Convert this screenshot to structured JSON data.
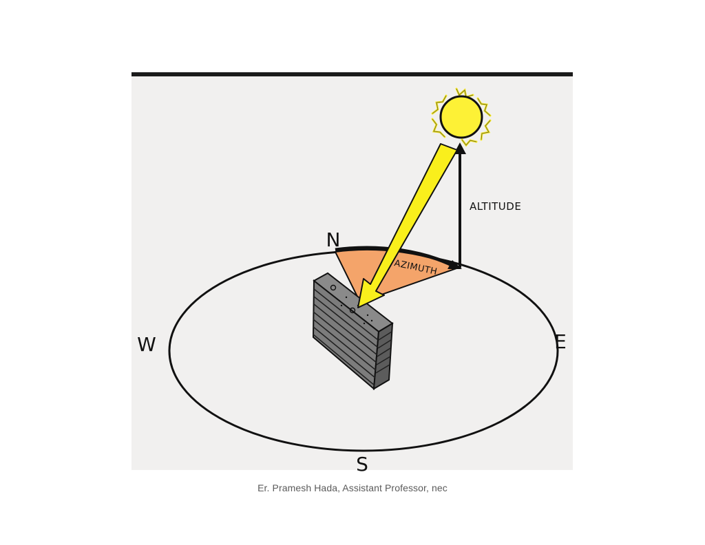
{
  "diagram": {
    "compass": {
      "north": "N",
      "south": "S",
      "east": "E",
      "west": "W"
    },
    "labels": {
      "altitude": "ALTITUDE",
      "azimuth": "AZIMUTH"
    },
    "colors": {
      "background": "#f1f0ef",
      "sun": "#fdf136",
      "sun_ray": "#f7ea2a",
      "sun_beam": "#f9ef1c",
      "azimuth_fill": "#f4a46a",
      "building": "#7c7c7c",
      "ink": "#111111"
    },
    "icons": [
      "sun-icon",
      "building-icon"
    ]
  },
  "footer": {
    "credit": "Er. Pramesh Hada, Assistant Professor, nec"
  }
}
